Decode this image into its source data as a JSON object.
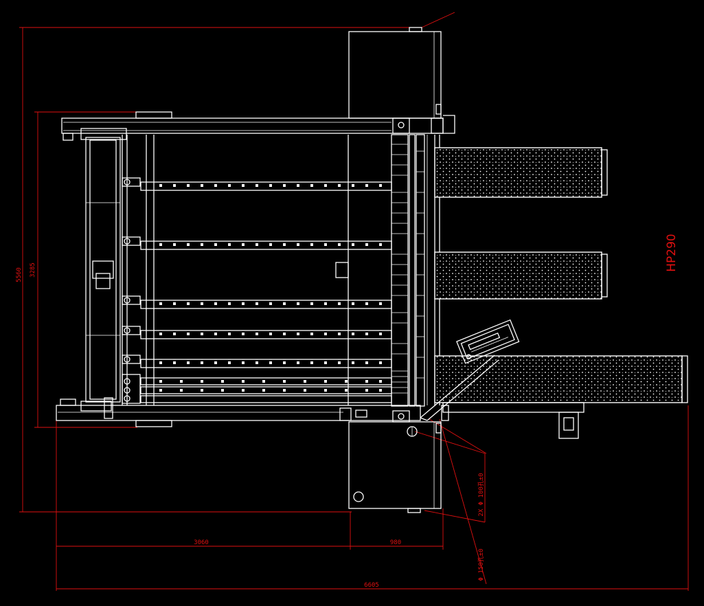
{
  "model_label": "HP290",
  "dimensions": {
    "overall_height": "5560",
    "frame_height": "3285",
    "machine_width": "3060",
    "service_width": "980",
    "total_width": "6605"
  },
  "notes": {
    "holes_small": "2X Φ 100孔±0",
    "hole_large": "Φ 150孔±0"
  },
  "colors": {
    "background": "#000000",
    "linework": "#ffffff",
    "dimension": "#e01010"
  }
}
